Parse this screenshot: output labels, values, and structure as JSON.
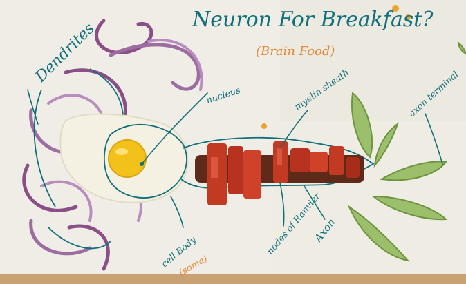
{
  "title": "Neuron For Breakfast?",
  "subtitle": "(Brain Food)",
  "labels": {
    "dendrites": "Dendrites",
    "nucleus": "nucleus",
    "myelin_sheath": "myelin sheath",
    "axon_terminal": "axon terminal",
    "cell_body": "cell Body",
    "cell_body_sub": "(soma)",
    "nodes_of_ranvier": "nodes of Ranvier",
    "axon": "Axon"
  },
  "colors": {
    "ink_teal": "#0f6f7a",
    "ink_orange": "#e08a3a",
    "paper": "#f2efe8",
    "egg_yolk": "#f2c21a",
    "egg_white": "#f4f1e2",
    "bacon": "#b8331f",
    "onion": "#b28ab8",
    "avocado": "#9bbf6a"
  }
}
